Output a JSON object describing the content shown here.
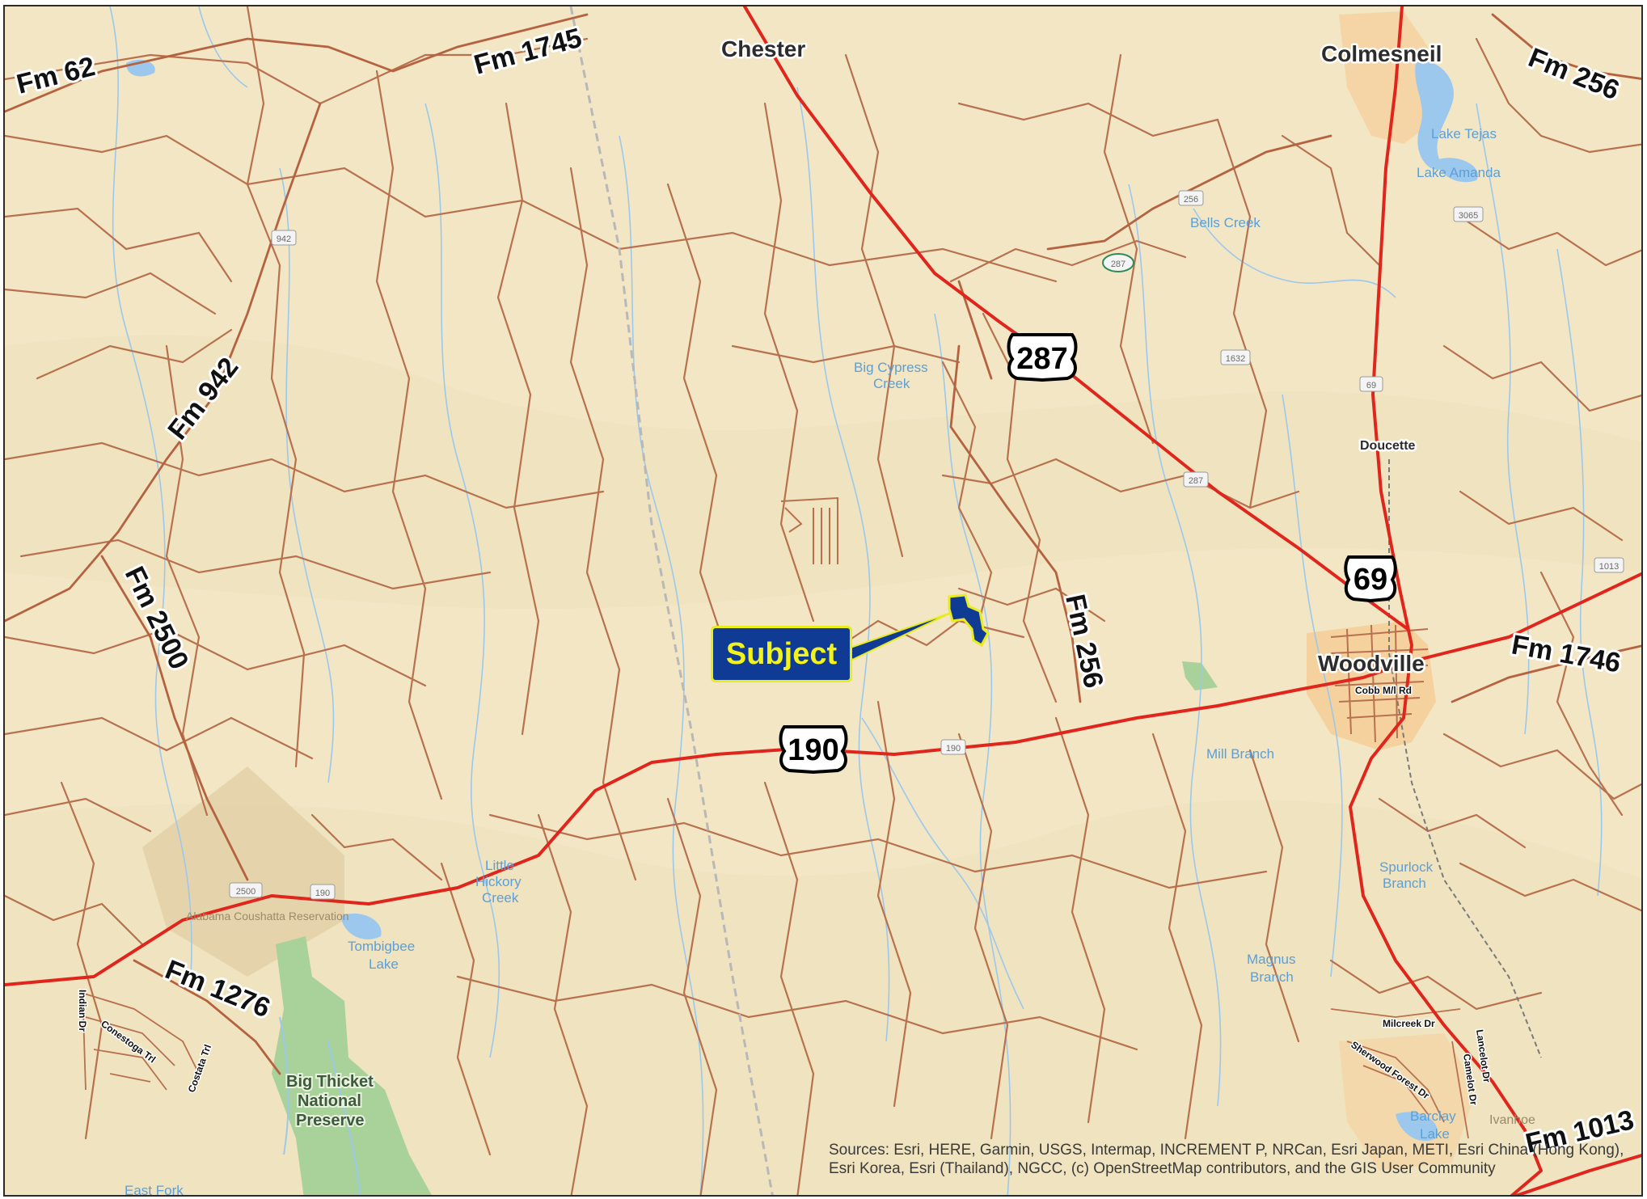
{
  "map": {
    "towns": {
      "chester": "Chester",
      "colmesneil": "Colmesneil",
      "woodville": "Woodville",
      "doucette": "Doucette"
    },
    "route_labels": {
      "fm62": "Fm 62",
      "fm1745": "Fm 1745",
      "fm256_ne": "Fm 256",
      "fm942": "Fm 942",
      "fm2500": "Fm 2500",
      "fm256": "Fm 256",
      "fm1746": "Fm 1746",
      "fm1276": "Fm 1276",
      "fm1013": "Fm 1013"
    },
    "us_shields": {
      "us287": "287",
      "us69": "69",
      "us190": "190"
    },
    "small_shields": {
      "s256": "256",
      "s287": "287",
      "s942": "942",
      "s1632": "1632",
      "s3065": "3065",
      "s69": "69",
      "s2500": "2500",
      "s190a": "190",
      "s190b": "190",
      "s287b": "287",
      "s1013": "1013"
    },
    "water": {
      "big_cypress_line1": "Big Cypress",
      "big_cypress_line2": "Creek",
      "bells_creek": "Bells Creek",
      "lake_tejas": "Lake Tejas",
      "lake_amanda": "Lake Amanda",
      "little_hickory_line1": "Little",
      "little_hickory_line2": "Hickory",
      "little_hickory_line3": "Creek",
      "mill_branch": "Mill Branch",
      "spurlock_line1": "Spurlock",
      "spurlock_line2": "Branch",
      "magnus_line1": "Magnus",
      "magnus_line2": "Branch",
      "tombigbee_line1": "Tombigbee",
      "tombigbee_line2": "Lake",
      "barclay_line1": "Barclay",
      "barclay_line2": "Lake",
      "east_fork": "East Fork"
    },
    "streets": {
      "cobb_mill_rd": "Cobb M/l Rd",
      "milcreek_dr": "Milcreek Dr",
      "indian_dr": "Indian Dr",
      "conestoga_trl": "Conestoga Trl",
      "costata_trl": "Costata Trl",
      "lancelot_dr": "Lancelot Dr",
      "camelot_dr": "Camelot Dr",
      "sherwood_forest_dr": "Sherwood Forest Dr",
      "ivanhoe": "Ivanhoe"
    },
    "park": {
      "line1": "Big Thicket",
      "line2": "National",
      "line3": "Preserve"
    },
    "reservation": "Alabama Coushatta Reservation",
    "subject_label": "Subject",
    "attribution": "Sources: Esri, HERE, Garmin, USGS, Intermap, INCREMENT P, NRCan, Esri Japan, METI, Esri China (Hong Kong), Esri Korea, Esri (Thailand), NGCC, (c) OpenStreetMap contributors, and the GIS User Community",
    "colors": {
      "background": "#f2e6c4",
      "major_road": "#e0261c",
      "minor_road": "#b8714e",
      "water": "#9cc8ee",
      "park": "#a9d19a",
      "urban": "#f6c992",
      "subject_fill": "#0f3b94",
      "subject_outline": "#e8ec1d"
    }
  }
}
